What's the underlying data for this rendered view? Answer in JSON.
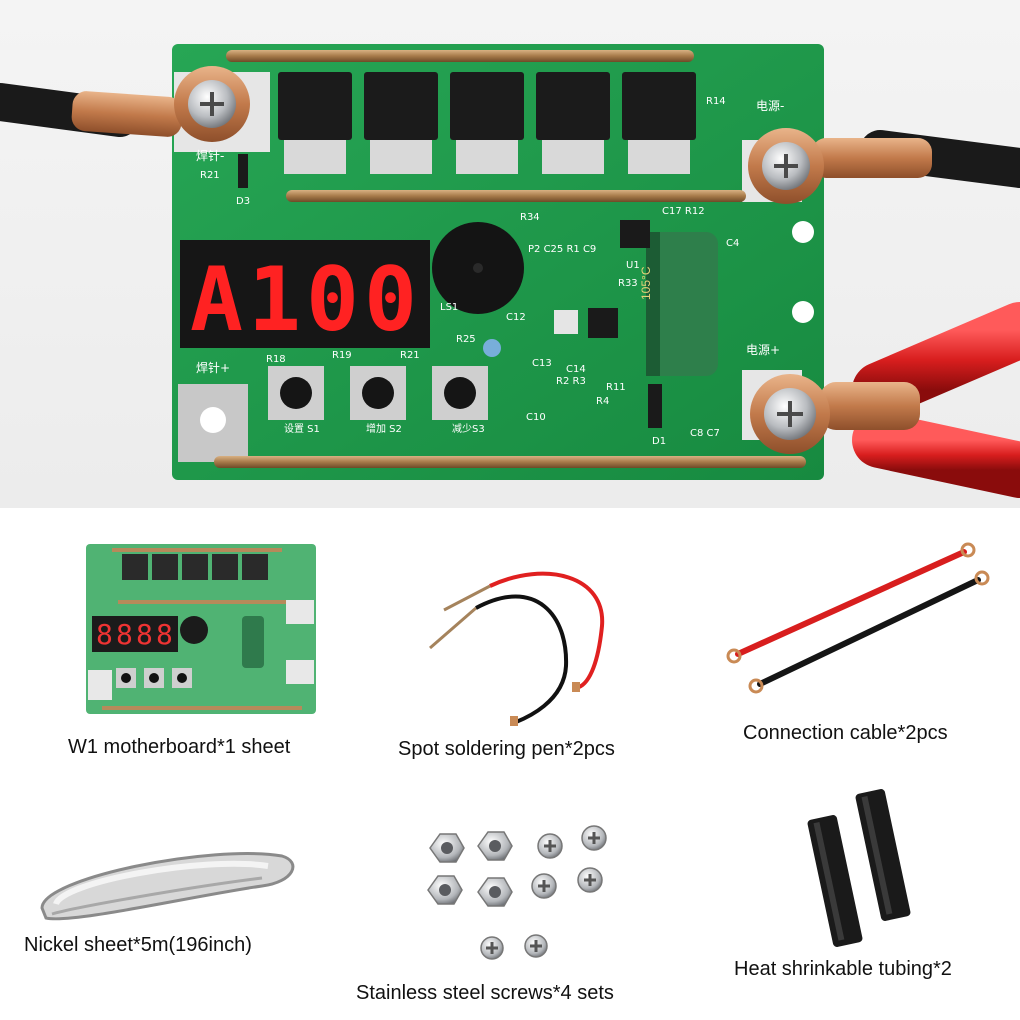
{
  "board": {
    "display_digits": [
      "A",
      "1",
      "0",
      "0"
    ],
    "buttons": [
      {
        "ref": "S1",
        "label": "设置 S1"
      },
      {
        "ref": "S2",
        "label": "增加 S2"
      },
      {
        "ref": "S3",
        "label": "减少S3"
      }
    ],
    "silk_labels": {
      "weld_minus": "焊针-",
      "weld_plus": "焊针+",
      "power_minus": "电源-",
      "power_plus": "电源+",
      "r14": "R14",
      "r21": "R21",
      "d3": "D3",
      "r34": "R34",
      "c17r12": "C17 R12",
      "c25": "P2 C25 R1 C9",
      "u1": "U1",
      "r33": "R33",
      "ls1": "LS1",
      "c4": "C4",
      "r25": "R25",
      "c12": "C12",
      "c13": "C13",
      "c14": "C14",
      "r2r3": "R2 R3",
      "r11": "R11",
      "r4": "R4",
      "c10": "C10",
      "d1": "D1",
      "c8c7": "C8 C7",
      "r18": "R18",
      "r19": "R19",
      "r21b": "R21",
      "cap_temp": "105°C"
    }
  },
  "items": [
    {
      "id": "motherboard",
      "caption": "W1 motherboard*1 sheet"
    },
    {
      "id": "pen",
      "caption": "Spot soldering pen*2pcs"
    },
    {
      "id": "cable",
      "caption": "Connection cable*2pcs"
    },
    {
      "id": "nickel",
      "caption": "Nickel sheet*5m(196inch)"
    },
    {
      "id": "screws",
      "caption": "Stainless steel screws*4 sets"
    },
    {
      "id": "tubing",
      "caption": "Heat shrinkable tubing*2"
    }
  ],
  "mini_display": [
    "8",
    "8",
    "8",
    "8"
  ]
}
